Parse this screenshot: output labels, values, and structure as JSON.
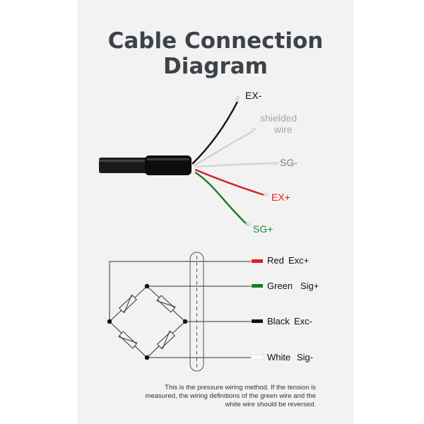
{
  "title": {
    "line1": "Cable Connection",
    "line2": "Diagram"
  },
  "wires": {
    "ex_minus": "EX-",
    "shielded_line1": "shielded",
    "shielded_line2": "wire",
    "sg_minus": "SG-",
    "ex_plus": "EX+",
    "sg_plus": "SG+"
  },
  "legend": [
    {
      "color": "Red",
      "signal": "Exc+",
      "swatch": "#e11d1d"
    },
    {
      "color": "Green",
      "signal": "Sig+",
      "swatch": "#1a7a2a"
    },
    {
      "color": "Black",
      "signal": "Exc-",
      "swatch": "#111111"
    },
    {
      "color": "White",
      "signal": "Sig-",
      "swatch": "#ffffff"
    }
  ],
  "colors": {
    "red": "#e11d1d",
    "green": "#1a7a2a",
    "shield_label": "#a8a8a8",
    "sg_plus_label": "#1a8a3a",
    "ex_plus_label": "#e11d1d"
  },
  "note": "This is the pressure wiring method. If the tension is measured, the wiring definitions of the green wire and the white wire should be reversed."
}
